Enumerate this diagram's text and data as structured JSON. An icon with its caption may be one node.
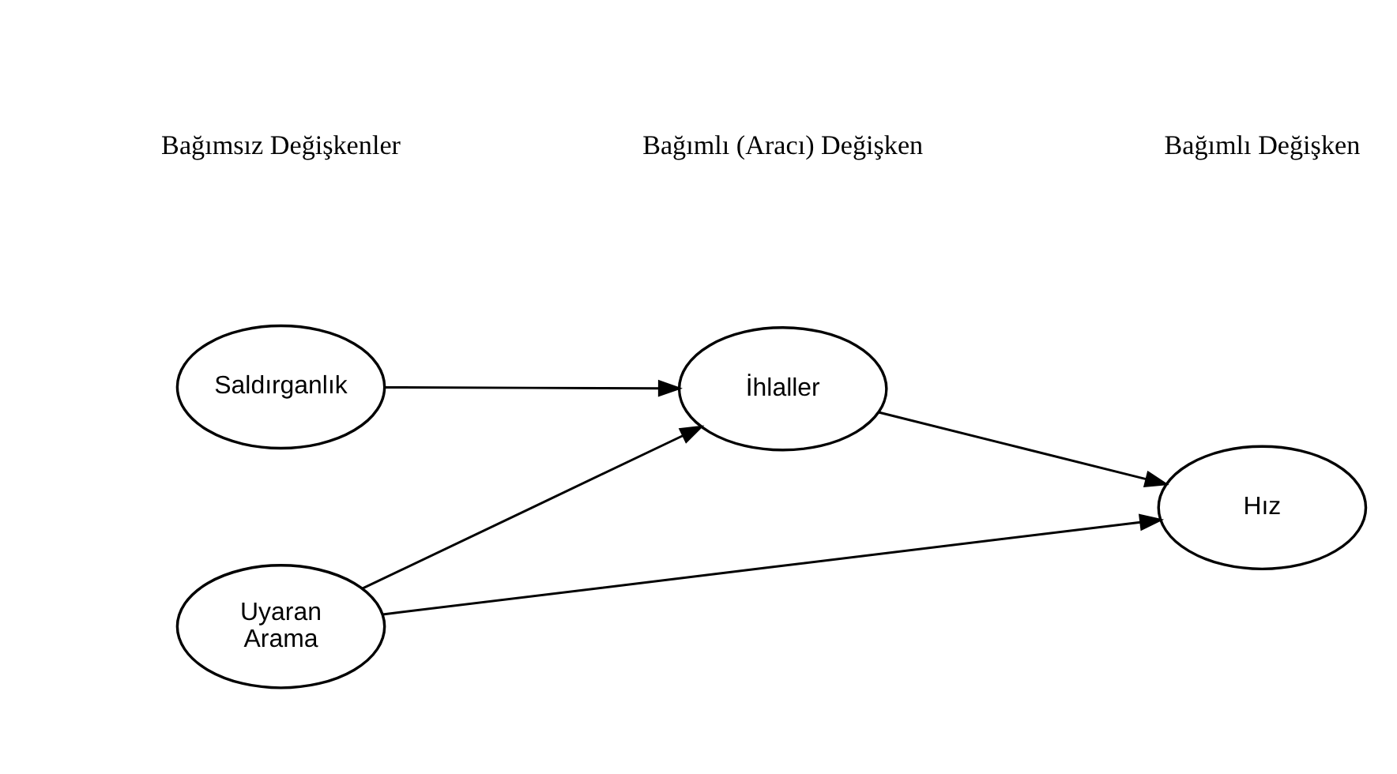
{
  "diagram": {
    "nodes": [
      {
        "text": [
          "Uyaran Arama"
        ]
      },
      {
        "text": [
          "İhlaller"
        ]
      },
      {
        "text": [
          "Hız"
        ]
      },
      {
        "text": [
          "Saldırganlık"
        ]
      }
    ],
    "edges": [
      {
        "from": 0,
        "to": 2,
        "arrow": "to"
      },
      {
        "from": 0,
        "to": 1,
        "arrow": "to"
      },
      {
        "from": 3,
        "to": 1,
        "arrow": "to"
      },
      {
        "from": 1,
        "to": 2,
        "arrow": "to"
      }
    ],
    "labels": [
      "Bağımsız Değişkenler",
      "Bağımlı (Aracı) Değişken",
      "Bağımlı Değişken"
    ]
  }
}
